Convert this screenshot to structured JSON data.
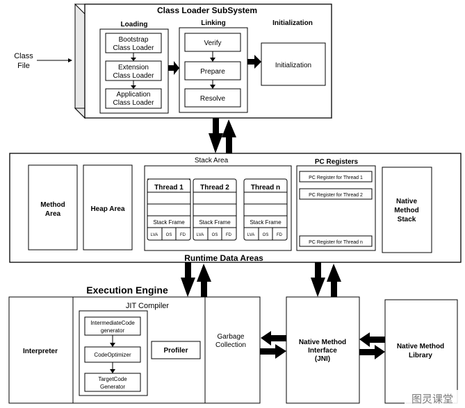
{
  "class_loader": {
    "title": "Class Loader SubSystem",
    "loading": {
      "title": "Loading",
      "items": [
        {
          "line1": "Bootstrap",
          "line2": "Class Loader"
        },
        {
          "line1": "Extension",
          "line2": "Class Loader"
        },
        {
          "line1": "Application",
          "line2": "Class Loader"
        }
      ]
    },
    "linking": {
      "title": "Linking",
      "items": [
        "Verify",
        "Prepare",
        "Resolve"
      ]
    },
    "initialization": {
      "title": "Initialization",
      "box": "Initialization"
    }
  },
  "class_file": {
    "line1": "Class",
    "line2": "File"
  },
  "runtime": {
    "title": "Runtime Data Areas",
    "method_area": {
      "line1": "Method",
      "line2": "Area"
    },
    "heap_area": "Heap Area",
    "stack_area": {
      "title": "Stack Area",
      "threads": [
        {
          "name": "Thread 1",
          "frame": "Stack Frame",
          "cells": [
            "LVA",
            "OS",
            "FD"
          ]
        },
        {
          "name": "Thread 2",
          "frame": "Stack Frame",
          "cells": [
            "LVA",
            "OS",
            "FD"
          ]
        },
        {
          "name": "Thread n",
          "frame": "Stack Frame",
          "cells": [
            "LVA",
            "OS",
            "FD"
          ]
        }
      ]
    },
    "pc_registers": {
      "title": "PC Registers",
      "items": [
        "PC Register for Thread 1",
        "PC Register for Thread 2",
        "PC Register for Thread n"
      ]
    },
    "native_method_stack": {
      "line1": "Native",
      "line2": "Method",
      "line3": "Stack"
    }
  },
  "execution_engine": {
    "title": "Execution Engine",
    "interpreter": "Interpreter",
    "jit": {
      "title": "JIT Compiler",
      "steps": [
        {
          "line1": "IntermediateCode",
          "line2": "generator"
        },
        {
          "line1": "CodeOptimizer",
          "line2": ""
        },
        {
          "line1": "TargetCode",
          "line2": "Generator"
        }
      ],
      "profiler": "Profiler"
    },
    "gc": {
      "line1": "Garbage",
      "line2": "Collection"
    }
  },
  "jni": {
    "line1": "Native Method",
    "line2": "Interface",
    "line3": "(JNI)"
  },
  "native_library": {
    "line1": "Native Method",
    "line2": "Library"
  },
  "watermark": "图灵课堂"
}
